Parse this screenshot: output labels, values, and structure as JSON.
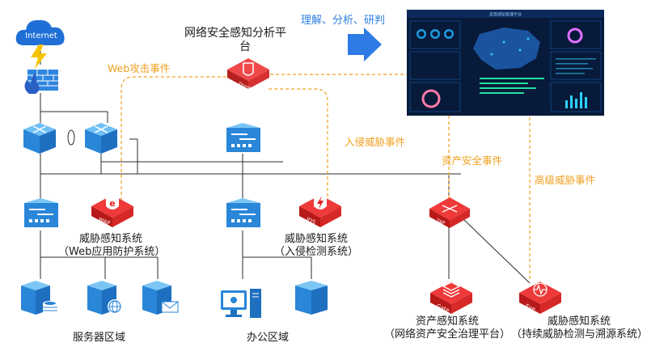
{
  "internet_label": "Internet",
  "labels": {
    "platform_line1": "网络安全感知分析平",
    "platform_line2": "台",
    "analysis": "理解、分析、研判",
    "waf_title": "威胁感知系统",
    "waf_sub": "（Web应用防护系统）",
    "ids_title": "威胁感知系统",
    "ids_sub": "（入侵检测系统）",
    "gate_title": "资产感知系统",
    "gate_sub": "（网络资产安全治理平台）",
    "eye_title": "威胁感知系统",
    "eye_sub": "（持续威胁检测与溯源系统）",
    "server_zone": "服务器区域",
    "office_zone": "办公区域"
  },
  "events": {
    "web_attack": "Web攻击事件",
    "intrusion": "入侵威胁事件",
    "asset_security": "资产安全事件",
    "advanced_threat": "高级威胁事件"
  },
  "badges": {
    "think": "Think",
    "waf": "WAF",
    "ids": "IDS",
    "tap": "TAP",
    "gate": "Gate",
    "eye": "Eye"
  },
  "dashboard": {
    "title": "态势感知管理平台"
  }
}
